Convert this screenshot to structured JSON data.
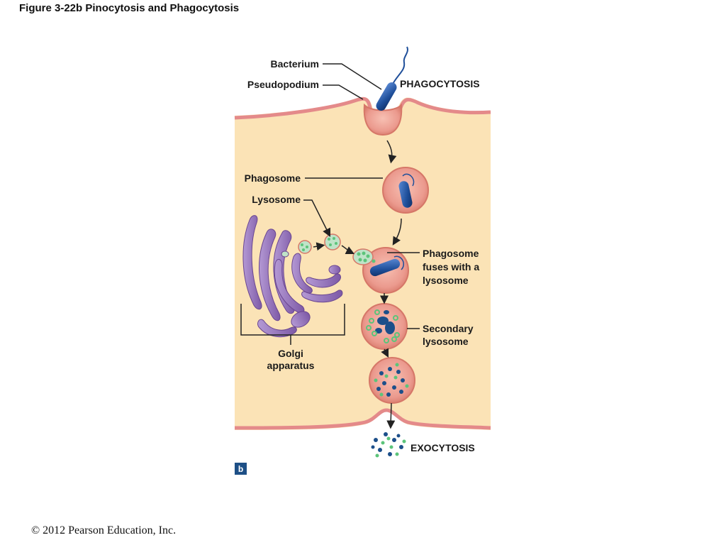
{
  "figure_title": "Figure 3-22b  Pinocytosis and Phagocytosis",
  "copyright": "© 2012 Pearson Education, Inc.",
  "panel_letter": "b",
  "labels": {
    "bacterium": "Bacterium",
    "pseudopodium": "Pseudopodium",
    "phagocytosis": "PHAGOCYTOSIS",
    "phagosome": "Phagosome",
    "lysosome": "Lysosome",
    "fuses_line1": "Phagosome",
    "fuses_line2": "fuses with a",
    "fuses_line3": "lysosome",
    "secondary_line1": "Secondary",
    "secondary_line2": "lysosome",
    "golgi_line1": "Golgi",
    "golgi_line2": "apparatus",
    "exocytosis": "EXOCYTOSIS"
  },
  "colors": {
    "cytoplasm": "#fbe3b6",
    "membrane": "#e48a8a",
    "vesicle_fill": "#e98f84",
    "bacterium": "#1f4f9a",
    "golgi": "#8e6ab4",
    "lysosome_fill": "#bfe3c8",
    "enzyme_dot": "#5cc47a",
    "debris_dark": "#1c4f8a",
    "panel_badge": "#1d4f86"
  }
}
